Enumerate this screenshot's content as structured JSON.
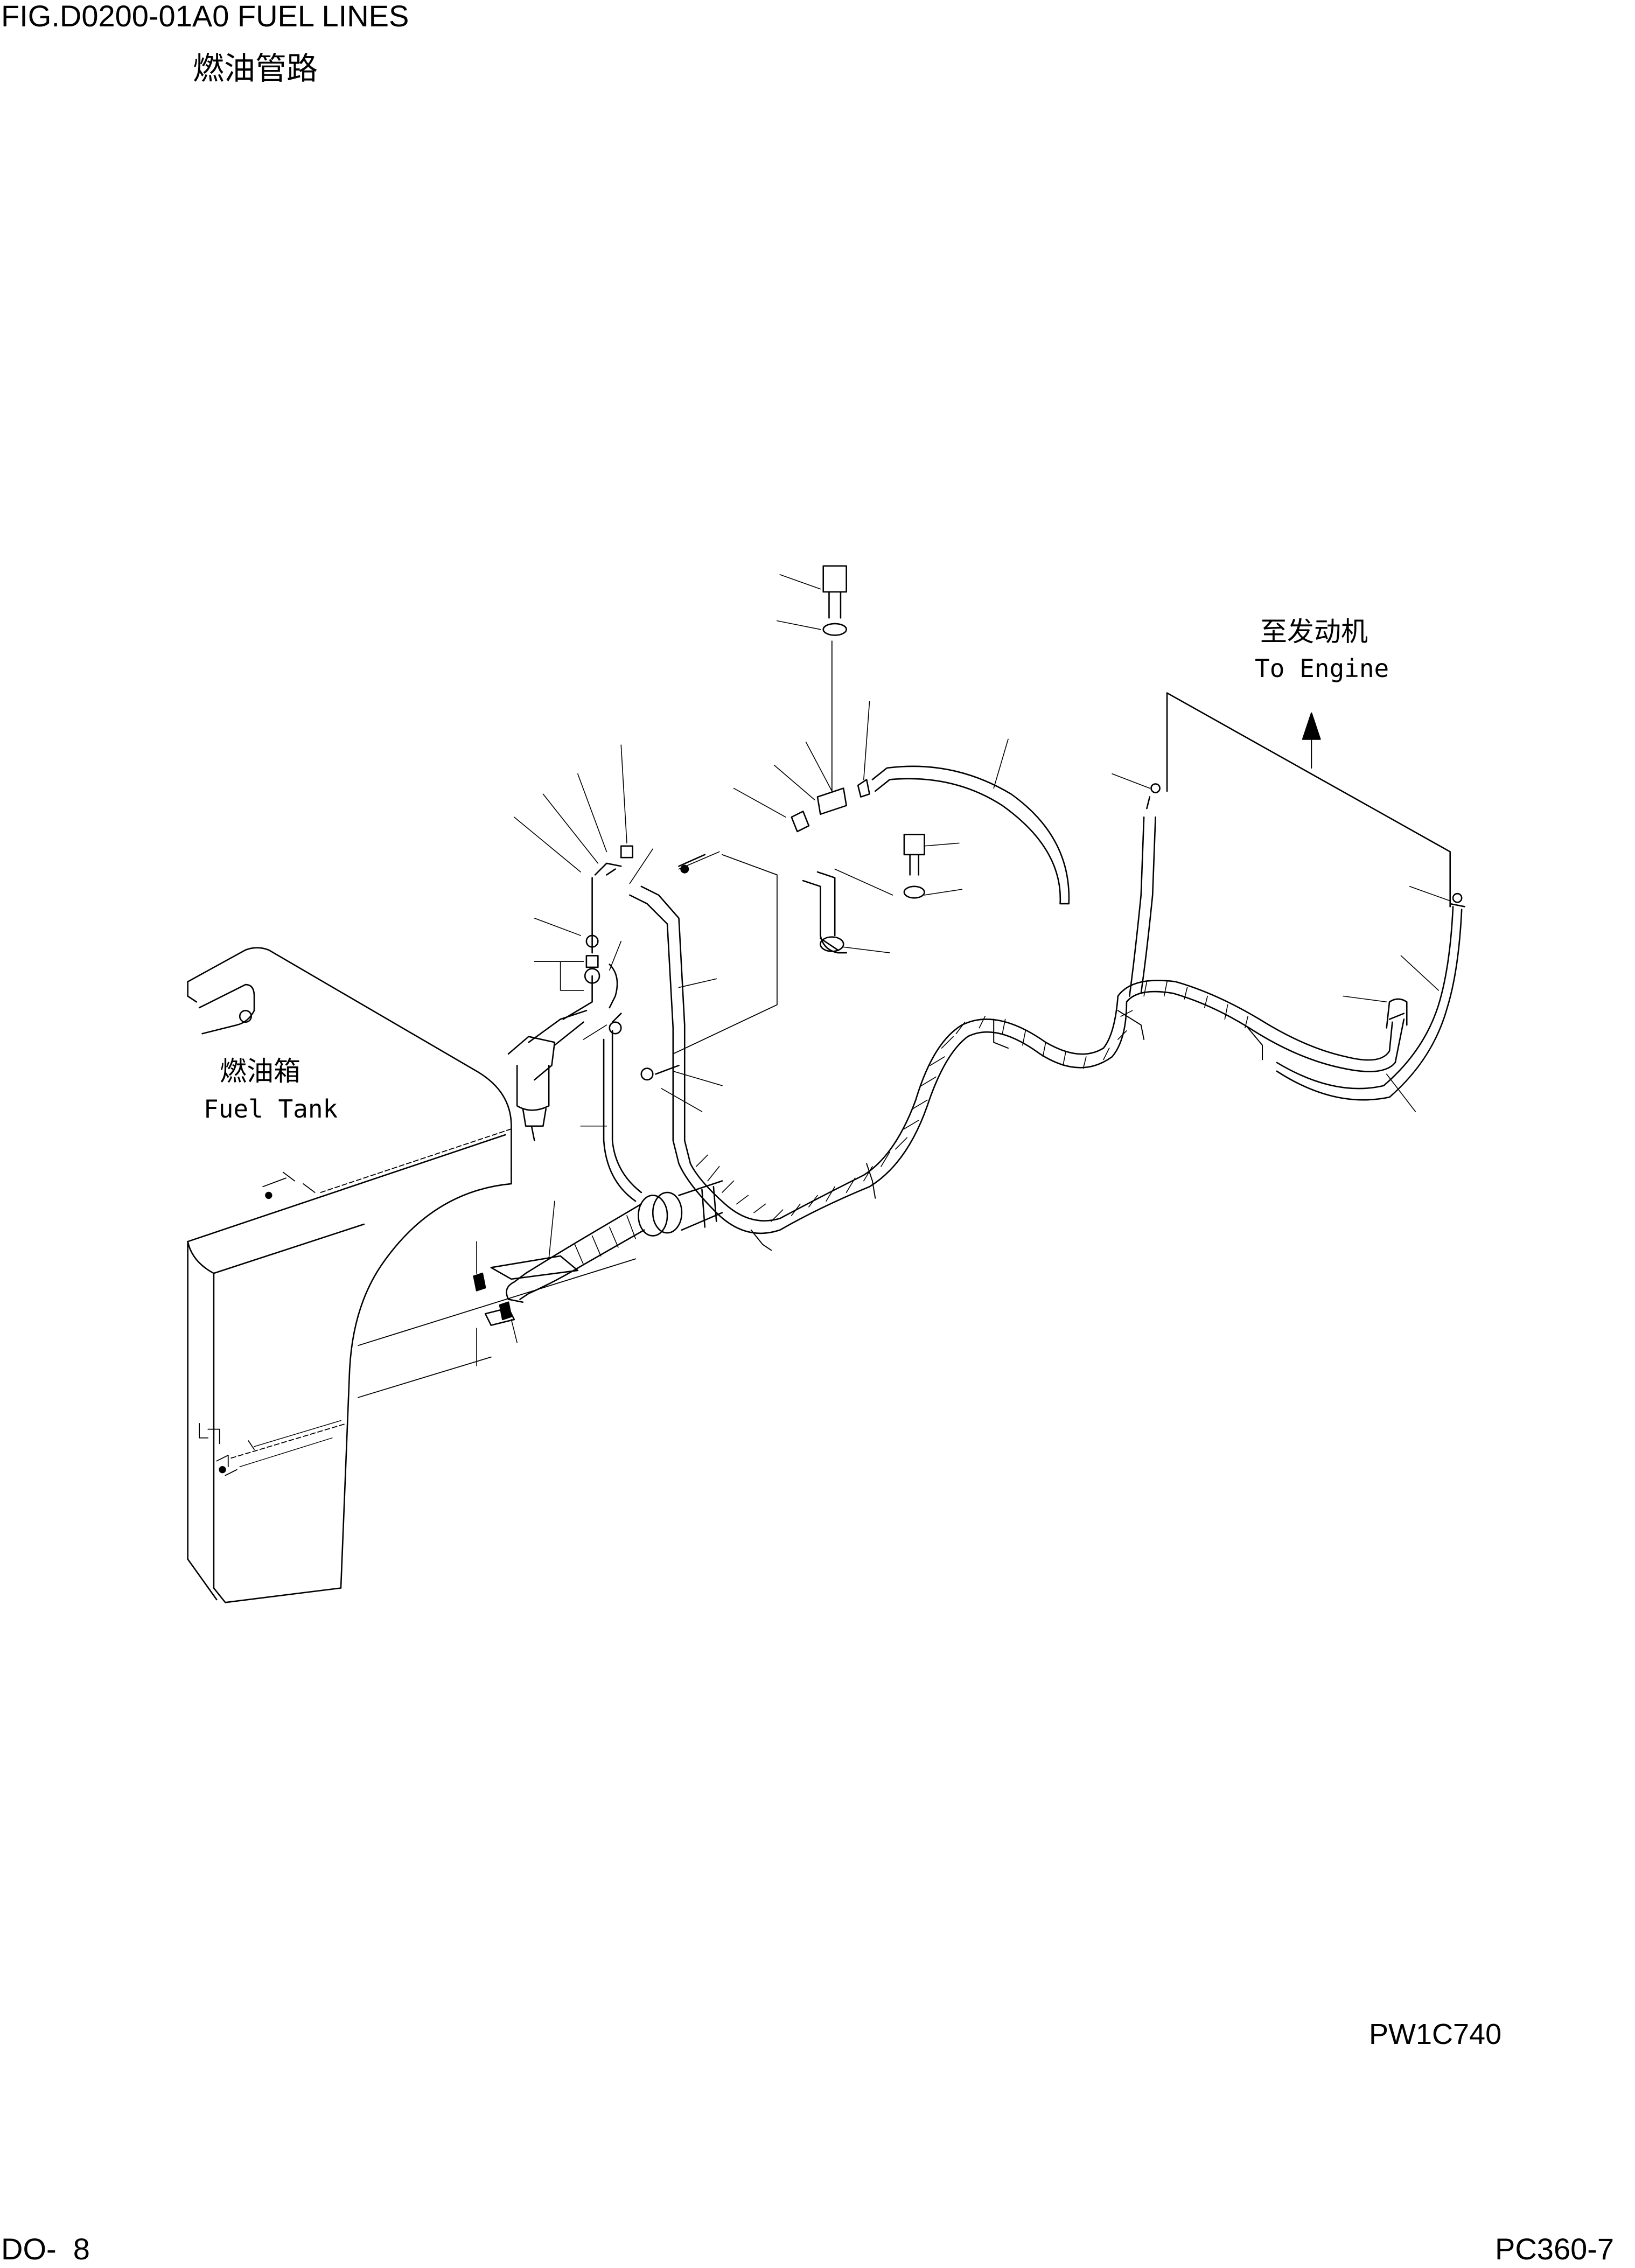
{
  "header": {
    "figure_title": "FIG.D0200-01A0   FUEL LINES",
    "figure_title_cn": "燃油管路"
  },
  "labels": {
    "to_engine_cn": "至发动机",
    "to_engine_en": "To Engine",
    "fuel_tank_cn": "燃油箱",
    "fuel_tank_en": "Fuel Tank"
  },
  "footer": {
    "drawing_code": "PW1C740",
    "page_ref": "DO-  8",
    "model": "PC360-7"
  },
  "colors": {
    "ink": "#000000",
    "paper": "#ffffff"
  }
}
